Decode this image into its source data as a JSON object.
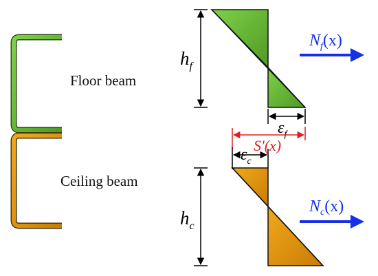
{
  "floor_beam": {
    "label": "Floor beam",
    "height_symbol": "h",
    "height_subscript": "f",
    "strain_symbol": "ε",
    "strain_subscript": "f",
    "force_symbol": "N",
    "force_subscript": "f",
    "force_argument": "(x)",
    "fill_color": "#6dbf3a"
  },
  "ceiling_beam": {
    "label": "Ceiling beam",
    "height_symbol": "h",
    "height_subscript": "c",
    "strain_symbol": "ε",
    "strain_subscript": "c",
    "force_symbol": "N",
    "force_subscript": "c",
    "force_argument": "(x)",
    "fill_color": "#e0960f"
  },
  "slip": {
    "label": "S'(x)",
    "color": "#e02020"
  },
  "colors": {
    "force_arrow": "#1530e8",
    "dimension": "#000000"
  }
}
